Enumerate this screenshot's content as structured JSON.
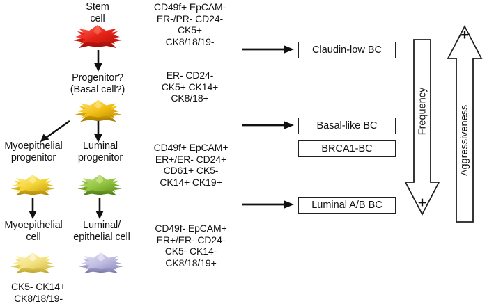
{
  "figure": {
    "type": "breast-cancer-cell-hierarchy-diagram"
  },
  "lineage": {
    "stem": {
      "label": "Stem\ncell",
      "icon": "star-cell-icon",
      "color": "#e02020"
    },
    "progenitor": {
      "label": "Progenitor?\n(Basal cell?)",
      "icon": "star-cell-icon",
      "color": "#e8b000"
    },
    "myoepithelial_progenitor": {
      "label": "Myoepithelial\nprogenitor",
      "icon": "star-cell-icon",
      "color": "#eac21a"
    },
    "luminal_progenitor": {
      "label": "Luminal\nprogenitor",
      "icon": "star-cell-icon",
      "color": "#8cc03c"
    },
    "myoepithelial_cell": {
      "label": "Myoepithelial\ncell",
      "icon": "star-cell-icon",
      "color": "#f0dc6e"
    },
    "luminal_cell": {
      "label": "Luminal/\nepithelial cell",
      "icon": "star-cell-icon",
      "color": "#b9b6dd"
    }
  },
  "markers": {
    "stem": "CD49f+ EpCAM-\nER-/PR- CD24-\nCK5+\nCK8/18/19-",
    "progenitor": "ER- CD24-\nCK5+ CK14+\nCK8/18+",
    "progenitors_mid": "CD49f+ EpCAM+\nER+/ER- CD24+\nCD61+ CK5-\nCK14+ CK19+",
    "differentiated": "CD49f- EpCAM+\nER+/ER- CD24-\nCK5- CK14-\nCK8/18/19+",
    "myoepithelial_cell_bottom": "CK5- CK14+\nCK8/18/19-"
  },
  "subtypes": [
    {
      "label": "Claudin-low BC"
    },
    {
      "label": "Basal-like BC"
    },
    {
      "label": "BRCA1-BC"
    },
    {
      "label": "Luminal A/B BC"
    }
  ],
  "gradients": {
    "frequency": {
      "label": "Frequency",
      "direction": "down",
      "sign": "+"
    },
    "aggressiveness": {
      "label": "Aggressiveness",
      "direction": "up",
      "sign": "+"
    }
  }
}
